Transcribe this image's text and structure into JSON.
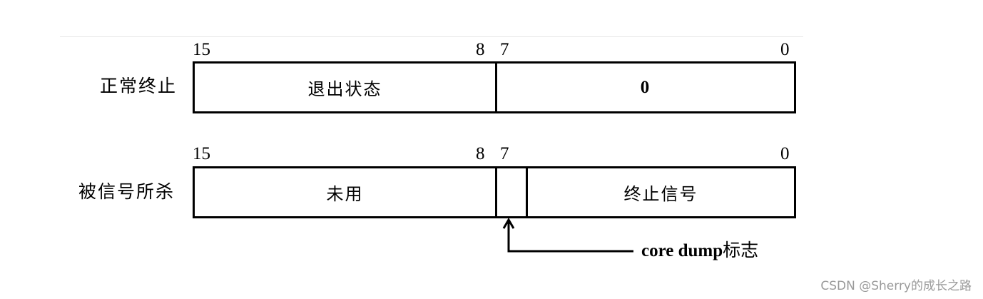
{
  "normal_exit": {
    "label": "正常终止",
    "bits": {
      "high_start": "15",
      "high_end": "8",
      "low_start": "7",
      "low_end": "0"
    },
    "high_field": "退出状态",
    "low_field": "0"
  },
  "signal_killed": {
    "label": "被信号所杀",
    "bits": {
      "high_start": "15",
      "high_end": "8",
      "low_start": "7",
      "low_end": "0"
    },
    "high_field": "未用",
    "core_flag_field": "",
    "low_field": "终止信号"
  },
  "core_dump_annotation": {
    "en": "core dump",
    "zh": "标志"
  },
  "watermark": "CSDN @Sherry的成长之路"
}
